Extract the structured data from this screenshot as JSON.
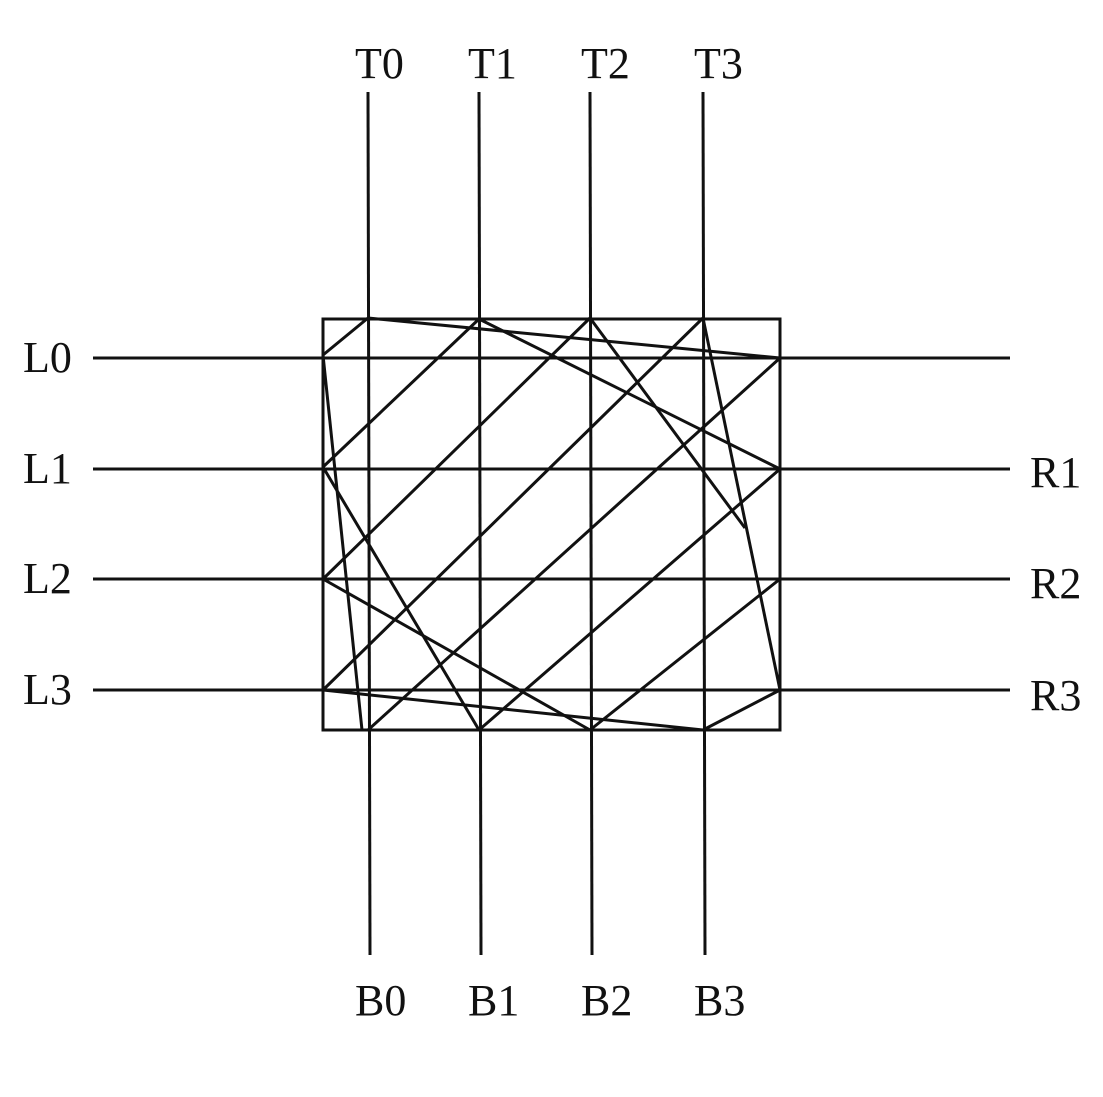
{
  "labels": {
    "top": [
      "T0",
      "T1",
      "T2",
      "T3"
    ],
    "bottom": [
      "B0",
      "B1",
      "B2",
      "B3"
    ],
    "left": [
      "L0",
      "L1",
      "L2",
      "L3"
    ],
    "right": [
      "R1",
      "R2",
      "R3"
    ]
  },
  "colors": {
    "stroke": "#111111",
    "background": "#ffffff"
  }
}
